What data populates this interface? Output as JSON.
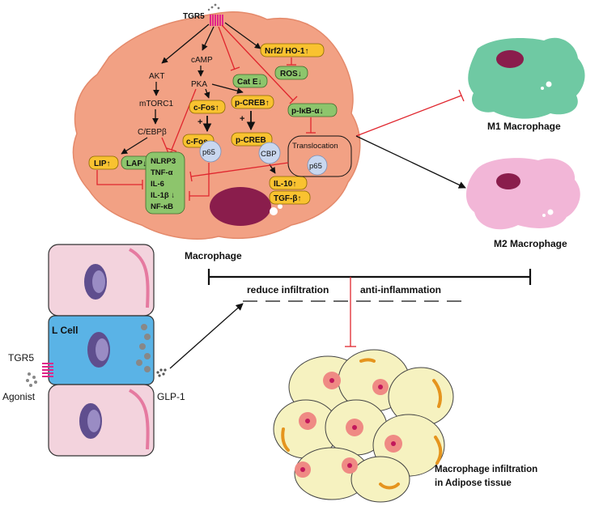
{
  "macrophage": {
    "receptor_label": "TGR5",
    "akt": "AKT",
    "mtorc1": "mTORC1",
    "cebp": "C/EBPβ",
    "lip": "LIP↑",
    "lap": "LAP↓",
    "camp": "cAMP",
    "pka": "PKA",
    "cfos_up": "c-Fos↑",
    "cfos": "c-Fos",
    "p65": "p65",
    "pcreb_up": "p-CREB↑",
    "pcreb": "p-CREB",
    "cbp": "CBP",
    "nrf2": "Nrf2/ HO-1↑",
    "ros": "ROS↓",
    "cate": "Cat E↓",
    "pikba": "p-IκB-α↓",
    "translocation": "Translocation",
    "p65_b": "p65",
    "il10": "IL-10↑",
    "tgfb": "TGF-β↑",
    "inflammatory": [
      "NLRP3",
      "TNF-α",
      "IL-6",
      "IL-1β ↓",
      "NF-κB"
    ],
    "plus": "+",
    "title": "Macrophage"
  },
  "outcomes": {
    "m1": "M1 Macrophage",
    "m2": "M2 Macrophage"
  },
  "lcell": {
    "label": "L Cell",
    "receptor": "TGR5",
    "agonist": "Agonist",
    "glp1": "GLP-1"
  },
  "effects": {
    "reduce": "reduce infiltration",
    "anti": "anti-inflammation"
  },
  "adipose": {
    "line1": "Macrophage infiltration",
    "line2": "in Adipose tissue"
  },
  "colors": {
    "macrophage": "#f2a184",
    "inhibit": "#e0262e",
    "yellow_box": "#f9c230",
    "green_box": "#8dc56c",
    "blue_circle": "#c9d7ef",
    "nucleus": "#8a1d4c",
    "m1": "#6fc9a3",
    "m2": "#f2b6d7",
    "lcell": "#5ab3e6",
    "cell_pink": "#f3d3dd",
    "adipocyte": "#f6f2c0"
  }
}
